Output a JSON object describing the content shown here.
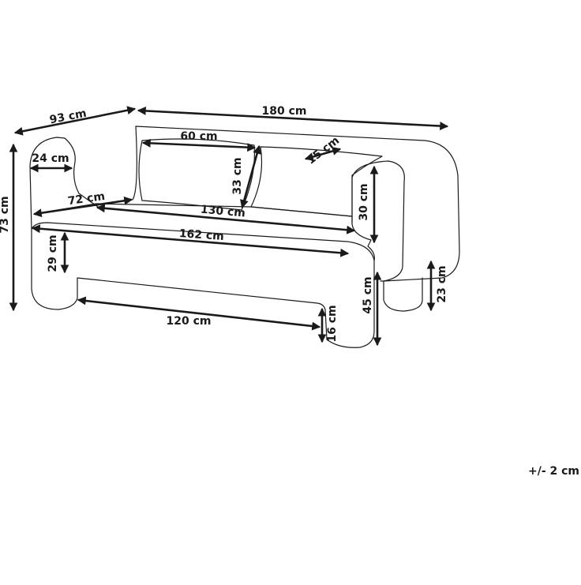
{
  "dimensions": {
    "depth": "93 cm",
    "width": "180 cm",
    "cushion_length": "60 cm",
    "cushion_thickness": "15 cm",
    "arm_width": "24 cm",
    "cushion_height": "33 cm",
    "arm_height": "30 cm",
    "height": "73 cm",
    "seat_depth": "72 cm",
    "backrest_width": "130 cm",
    "seat_width": "162 cm",
    "seat_cushion_height": "29 cm",
    "leg_height": "23 cm",
    "seat_height": "45 cm",
    "base_width": "120 cm",
    "clearance": "16 cm"
  },
  "tolerance": "+/- 2 cm"
}
